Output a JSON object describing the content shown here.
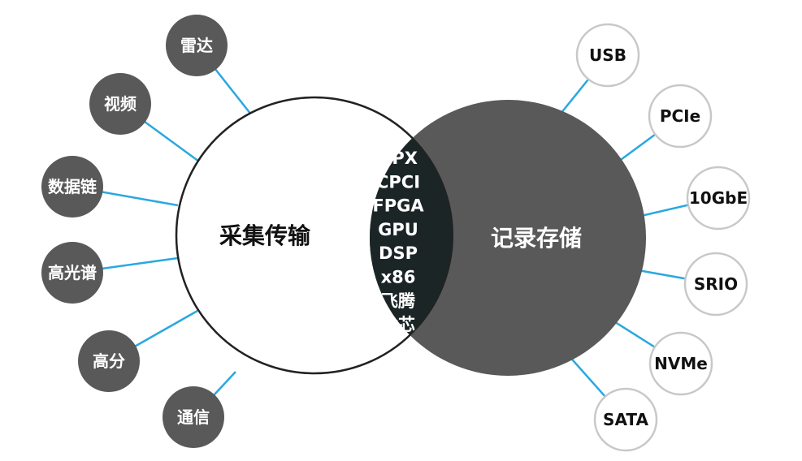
{
  "left_circle": {
    "label": "采集传输"
  },
  "right_circle": {
    "label": "记录存储"
  },
  "overlap": {
    "items": [
      "VPX",
      "CPCI",
      "FPGA",
      "GPU",
      "DSP",
      "x86",
      "飞腾",
      "龙芯"
    ]
  },
  "left_nodes": [
    "雷达",
    "视频",
    "数据链",
    "高光谱",
    "高分",
    "通信"
  ],
  "right_nodes": [
    "USB",
    "PCIe",
    "10GbE",
    "SRIO",
    "NVMe",
    "SATA"
  ],
  "colors": {
    "connector": "#29a8e0",
    "dark_node": "#595959",
    "right_circle": "#595959",
    "overlap": "#1c2526",
    "outline": "#222222",
    "light_node_border": "#c8c8c8"
  }
}
